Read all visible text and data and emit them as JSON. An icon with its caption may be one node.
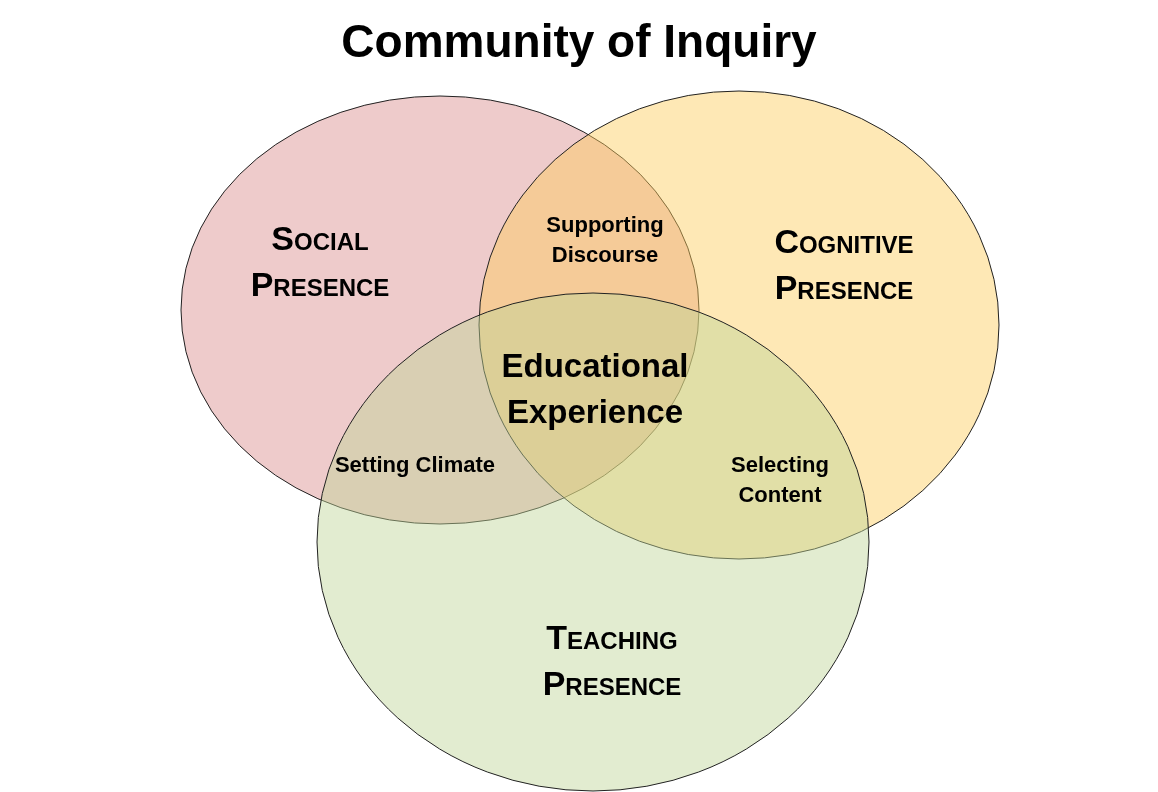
{
  "diagram": {
    "title": "Community of Inquiry",
    "nodes": [
      {
        "text": [
          "Social Presence"
        ]
      },
      {
        "text": [
          "Cognitive Presence"
        ]
      },
      {
        "text": [
          "Teaching Presence"
        ]
      }
    ],
    "labels": [
      "Supporting Discourse",
      "Educational Experience",
      "Setting Climate",
      "Selecting Content"
    ]
  }
}
